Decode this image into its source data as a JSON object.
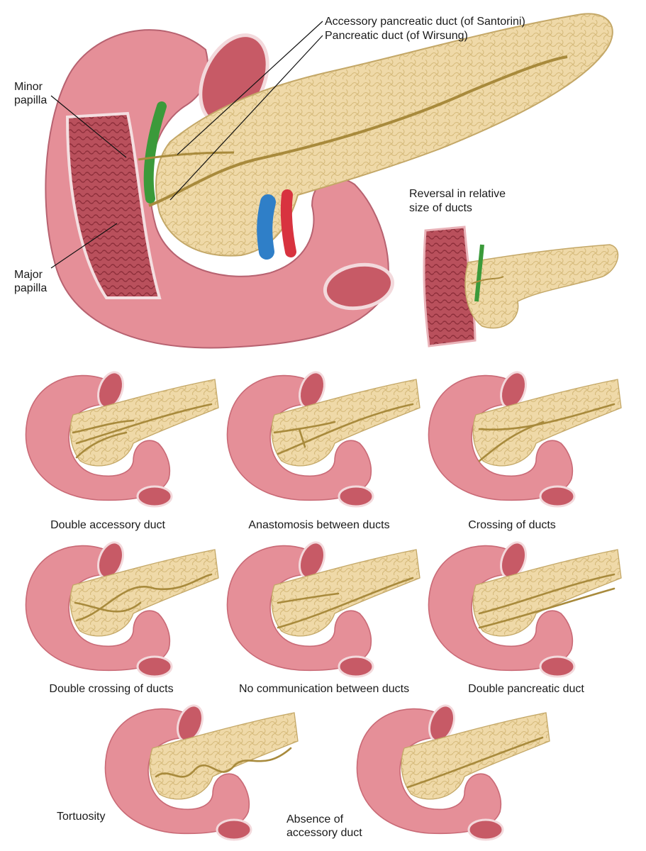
{
  "colors": {
    "duodenum": "#e58f98",
    "duodenum_dark": "#c96a76",
    "duodenum_inner": "#c75a66",
    "mucosa": "#a8434f",
    "pancreas": "#efd9a8",
    "pancreas_lobule": "#d9bf82",
    "duct": "#a88a3c",
    "artery": "#d8333f",
    "vein": "#2f7fc8",
    "bile_duct": "#3b9a3a",
    "leader_line": "#111111"
  },
  "main_labels": {
    "santorini": "Accessory pancreatic duct (of Santorini)",
    "wirsung": "Pancreatic duct (of Wirsung)",
    "minor_papilla": [
      "Minor",
      "papilla"
    ],
    "major_papilla": [
      "Major",
      "papilla"
    ],
    "reversal": [
      "Reversal in relative",
      "size of ducts"
    ]
  },
  "variants": [
    {
      "id": "double-accessory-duct",
      "caption": [
        "Double accessory duct"
      ]
    },
    {
      "id": "anastomosis-between-ducts",
      "caption": [
        "Anastomosis between ducts"
      ]
    },
    {
      "id": "crossing-of-ducts",
      "caption": [
        "Crossing of ducts"
      ]
    },
    {
      "id": "double-crossing-of-ducts",
      "caption": [
        "Double crossing of ducts"
      ]
    },
    {
      "id": "no-communication-between-ducts",
      "caption": [
        "No communication between ducts"
      ]
    },
    {
      "id": "double-pancreatic-duct",
      "caption": [
        "Double pancreatic duct"
      ]
    },
    {
      "id": "tortuosity",
      "caption": [
        "Tortuosity"
      ]
    },
    {
      "id": "absence-of-accessory-duct",
      "caption": [
        "Absence of",
        "accessory duct"
      ]
    }
  ]
}
